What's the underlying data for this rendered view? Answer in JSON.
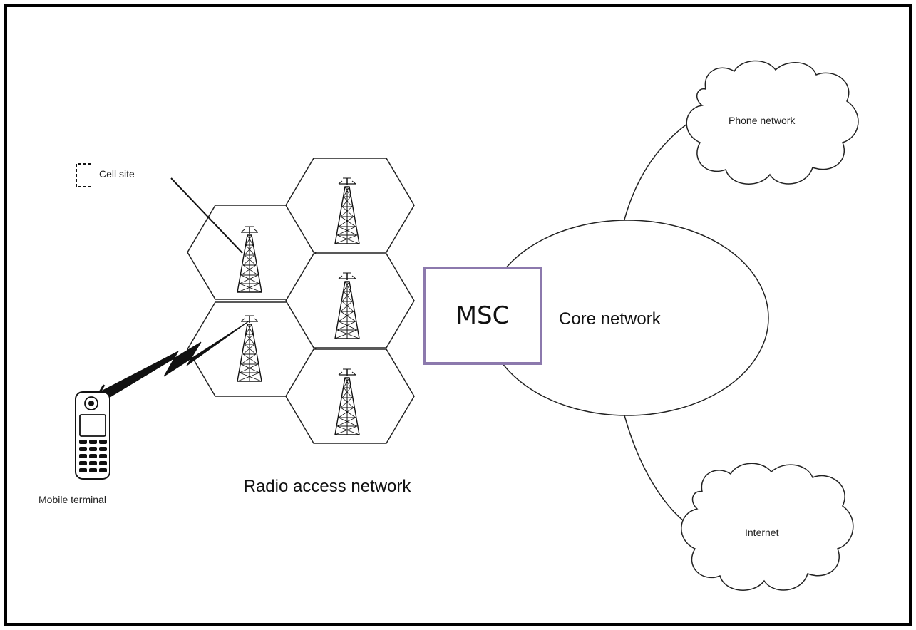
{
  "labels": {
    "cell_site": "Cell site",
    "mobile_terminal": "Mobile terminal",
    "radio_access_network": "Radio access network",
    "msc": "MSC",
    "core_network": "Core network",
    "phone_network": "Phone network",
    "internet": "Internet"
  },
  "colors": {
    "frame": "#000000",
    "msc_border": "#8c79ad",
    "line": "#222222"
  }
}
